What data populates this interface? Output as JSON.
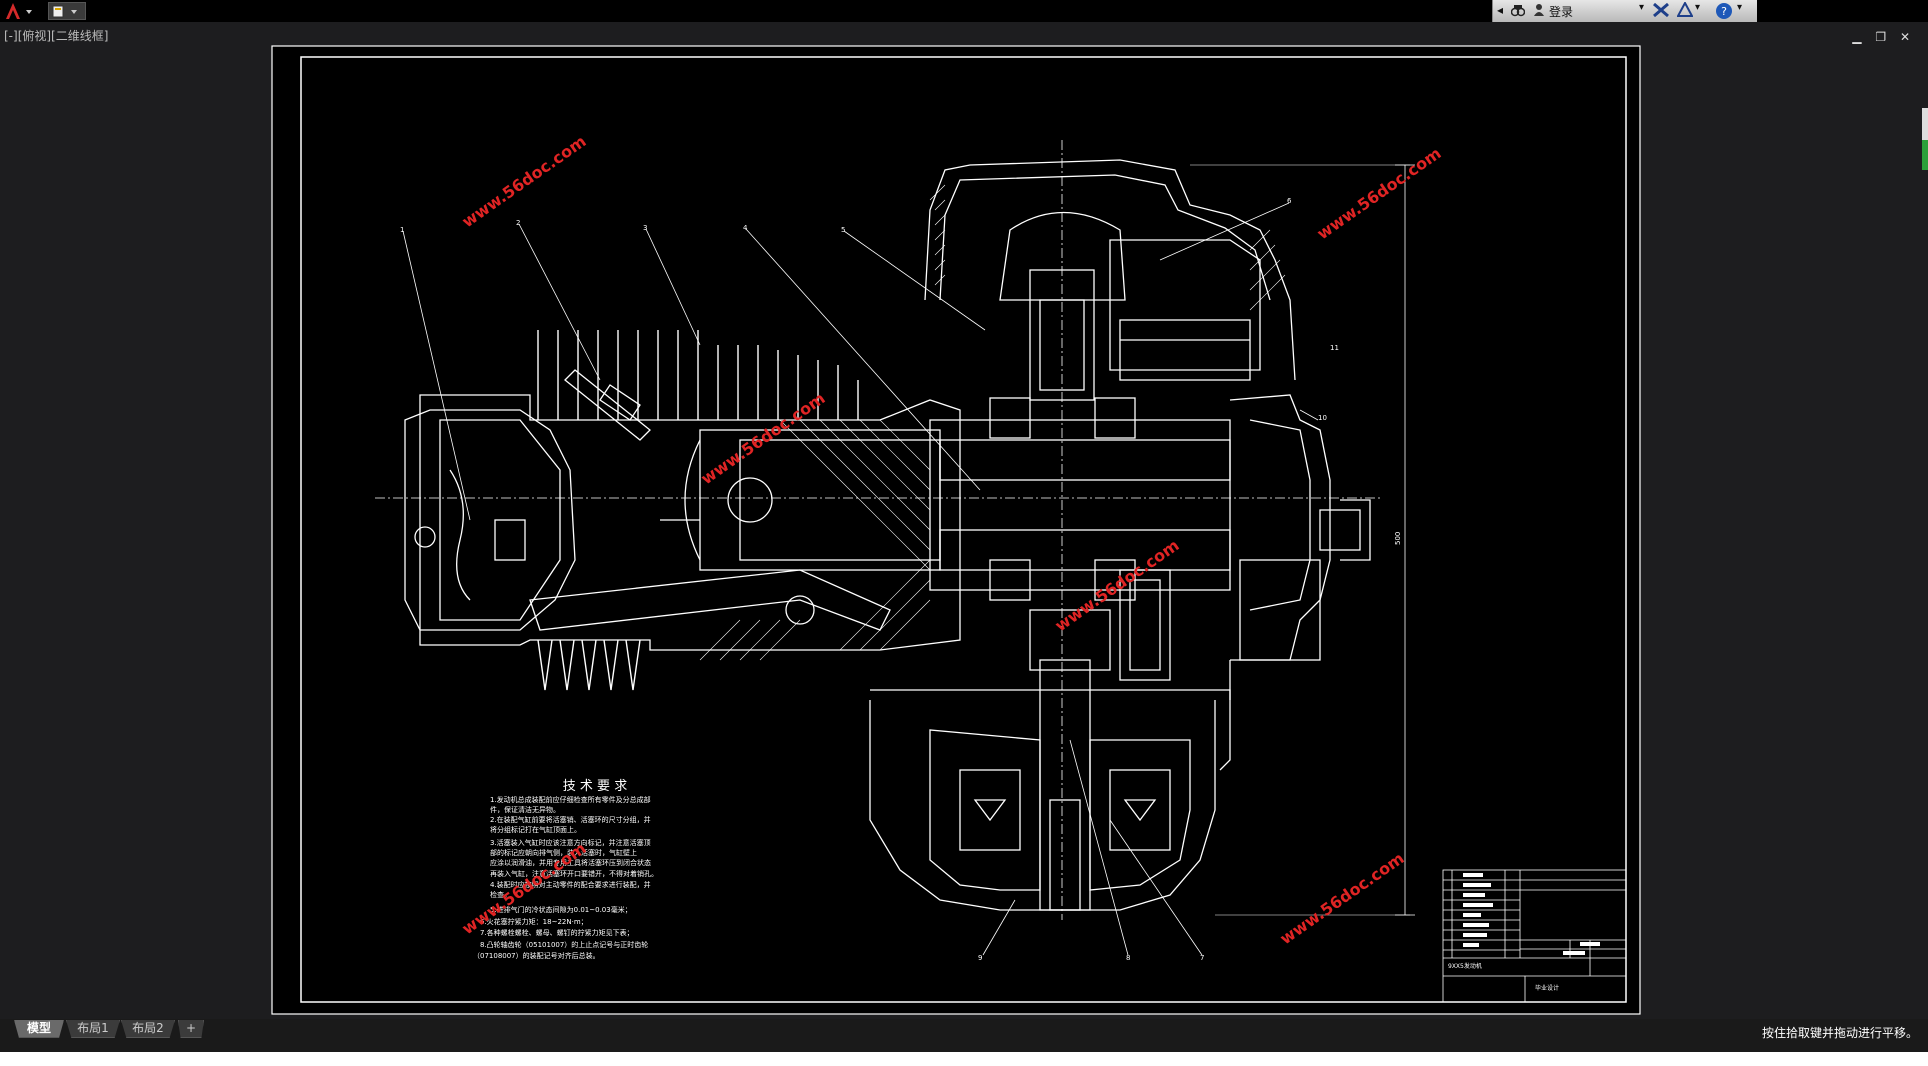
{
  "app": {
    "viewport_label": "[-][俯视][二维线框]",
    "login_label": "登录",
    "window_controls": [
      "▁",
      "❐",
      "✕"
    ]
  },
  "title_block": {
    "drawing_name": "9XX5发动机",
    "caption": "毕业设计"
  },
  "tech_requirements": {
    "title": "技 术 要 求",
    "lines": [
      "1.发动机总成装配前应仔细检查所有零件及分总成部",
      "件，保证清洁无异物。",
      "2.在装配气缸前要将活塞销、活塞环的尺寸分组，并",
      "将分组标记打在气缸顶面上。",
      "3.活塞装入气缸时应该注意方向标记，并注意活塞顶",
      "部的标记应朝向排气侧，装入活塞时，气缸壁上",
      "应涂以润滑油，并用专用工具将活塞环压到闭合状态",
      "再装入气缸，注意活塞环开口要错开，不得对着销孔。",
      "4.装配时应按照对主动零件的配合要求进行装配，并",
      "检查。",
      "5.进排气门的冷状态间隙为0.01~0.03毫米；",
      "6.火花塞拧紧力矩：18~22N·m；",
      "7.各种螺栓螺栓、螺母、螺钉的拧紧力矩见下表；",
      "8.凸轮轴齿轮（05101007）的上止点记号与正时齿轮",
      "（07108007）的装配记号对齐后总装。"
    ]
  },
  "watermark": "www.56doc.com",
  "layout_tabs": [
    "模型",
    "布局1",
    "布局2",
    "+"
  ],
  "status_message": "按住拾取键并拖动进行平移。",
  "callouts": [
    "1",
    "2",
    "3",
    "4",
    "5",
    "6",
    "7",
    "8",
    "9",
    "10",
    "11"
  ],
  "dimension_label": "500"
}
